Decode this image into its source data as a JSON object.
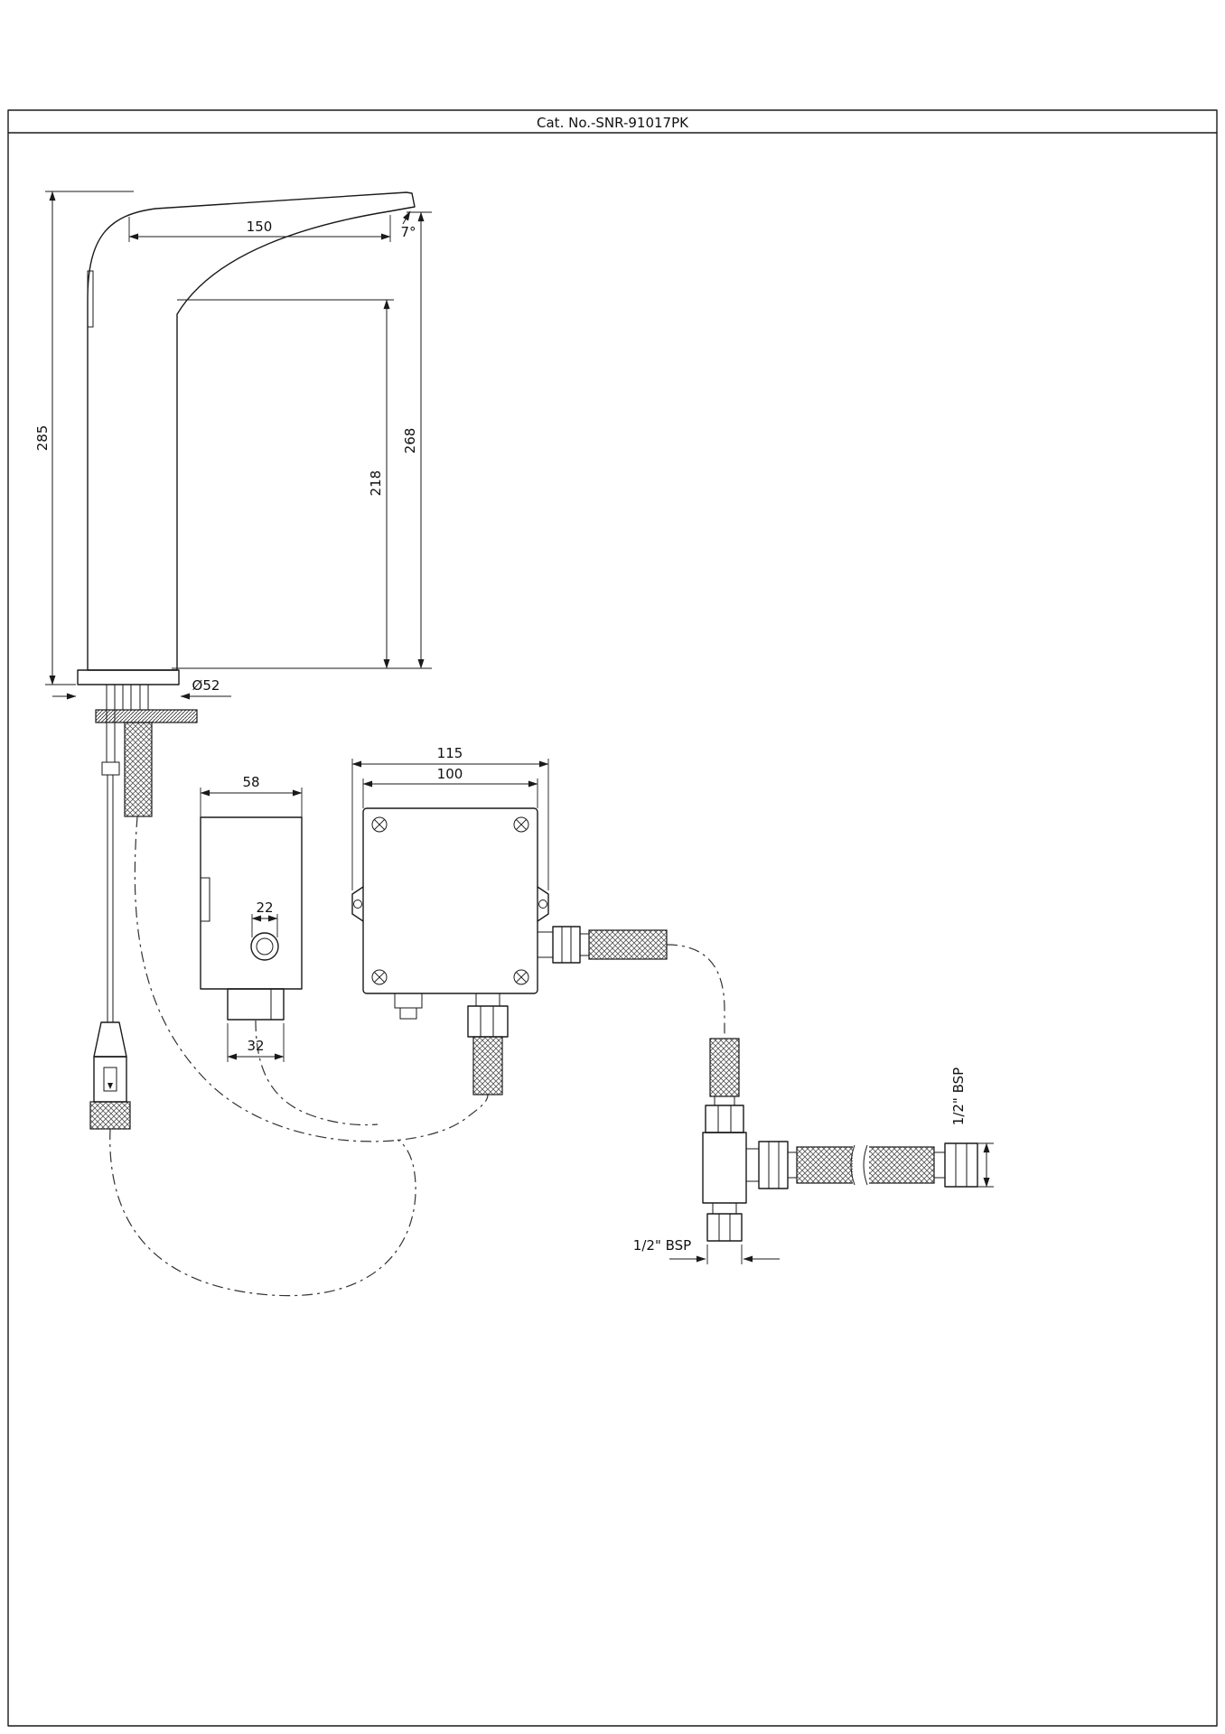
{
  "title_bar": {
    "catalog_number": "Cat. No.-SNR-91017PK"
  },
  "drawing": {
    "faucet": {
      "spout_reach_mm": "150",
      "spout_angle": "7°",
      "overall_height_mm": "285",
      "spout_height_mm": "268",
      "body_height_mm": "218",
      "base_diameter": "Ø52"
    },
    "control_box": {
      "width_mm": "58",
      "button_diameter_mm": "22",
      "outlet_width_mm": "32"
    },
    "junction_box": {
      "overall_width_mm": "115",
      "body_width_mm": "100"
    },
    "connections": {
      "side_inlet_thread": "1/2\" BSP",
      "bottom_inlet_thread": "1/2\" BSP"
    }
  }
}
